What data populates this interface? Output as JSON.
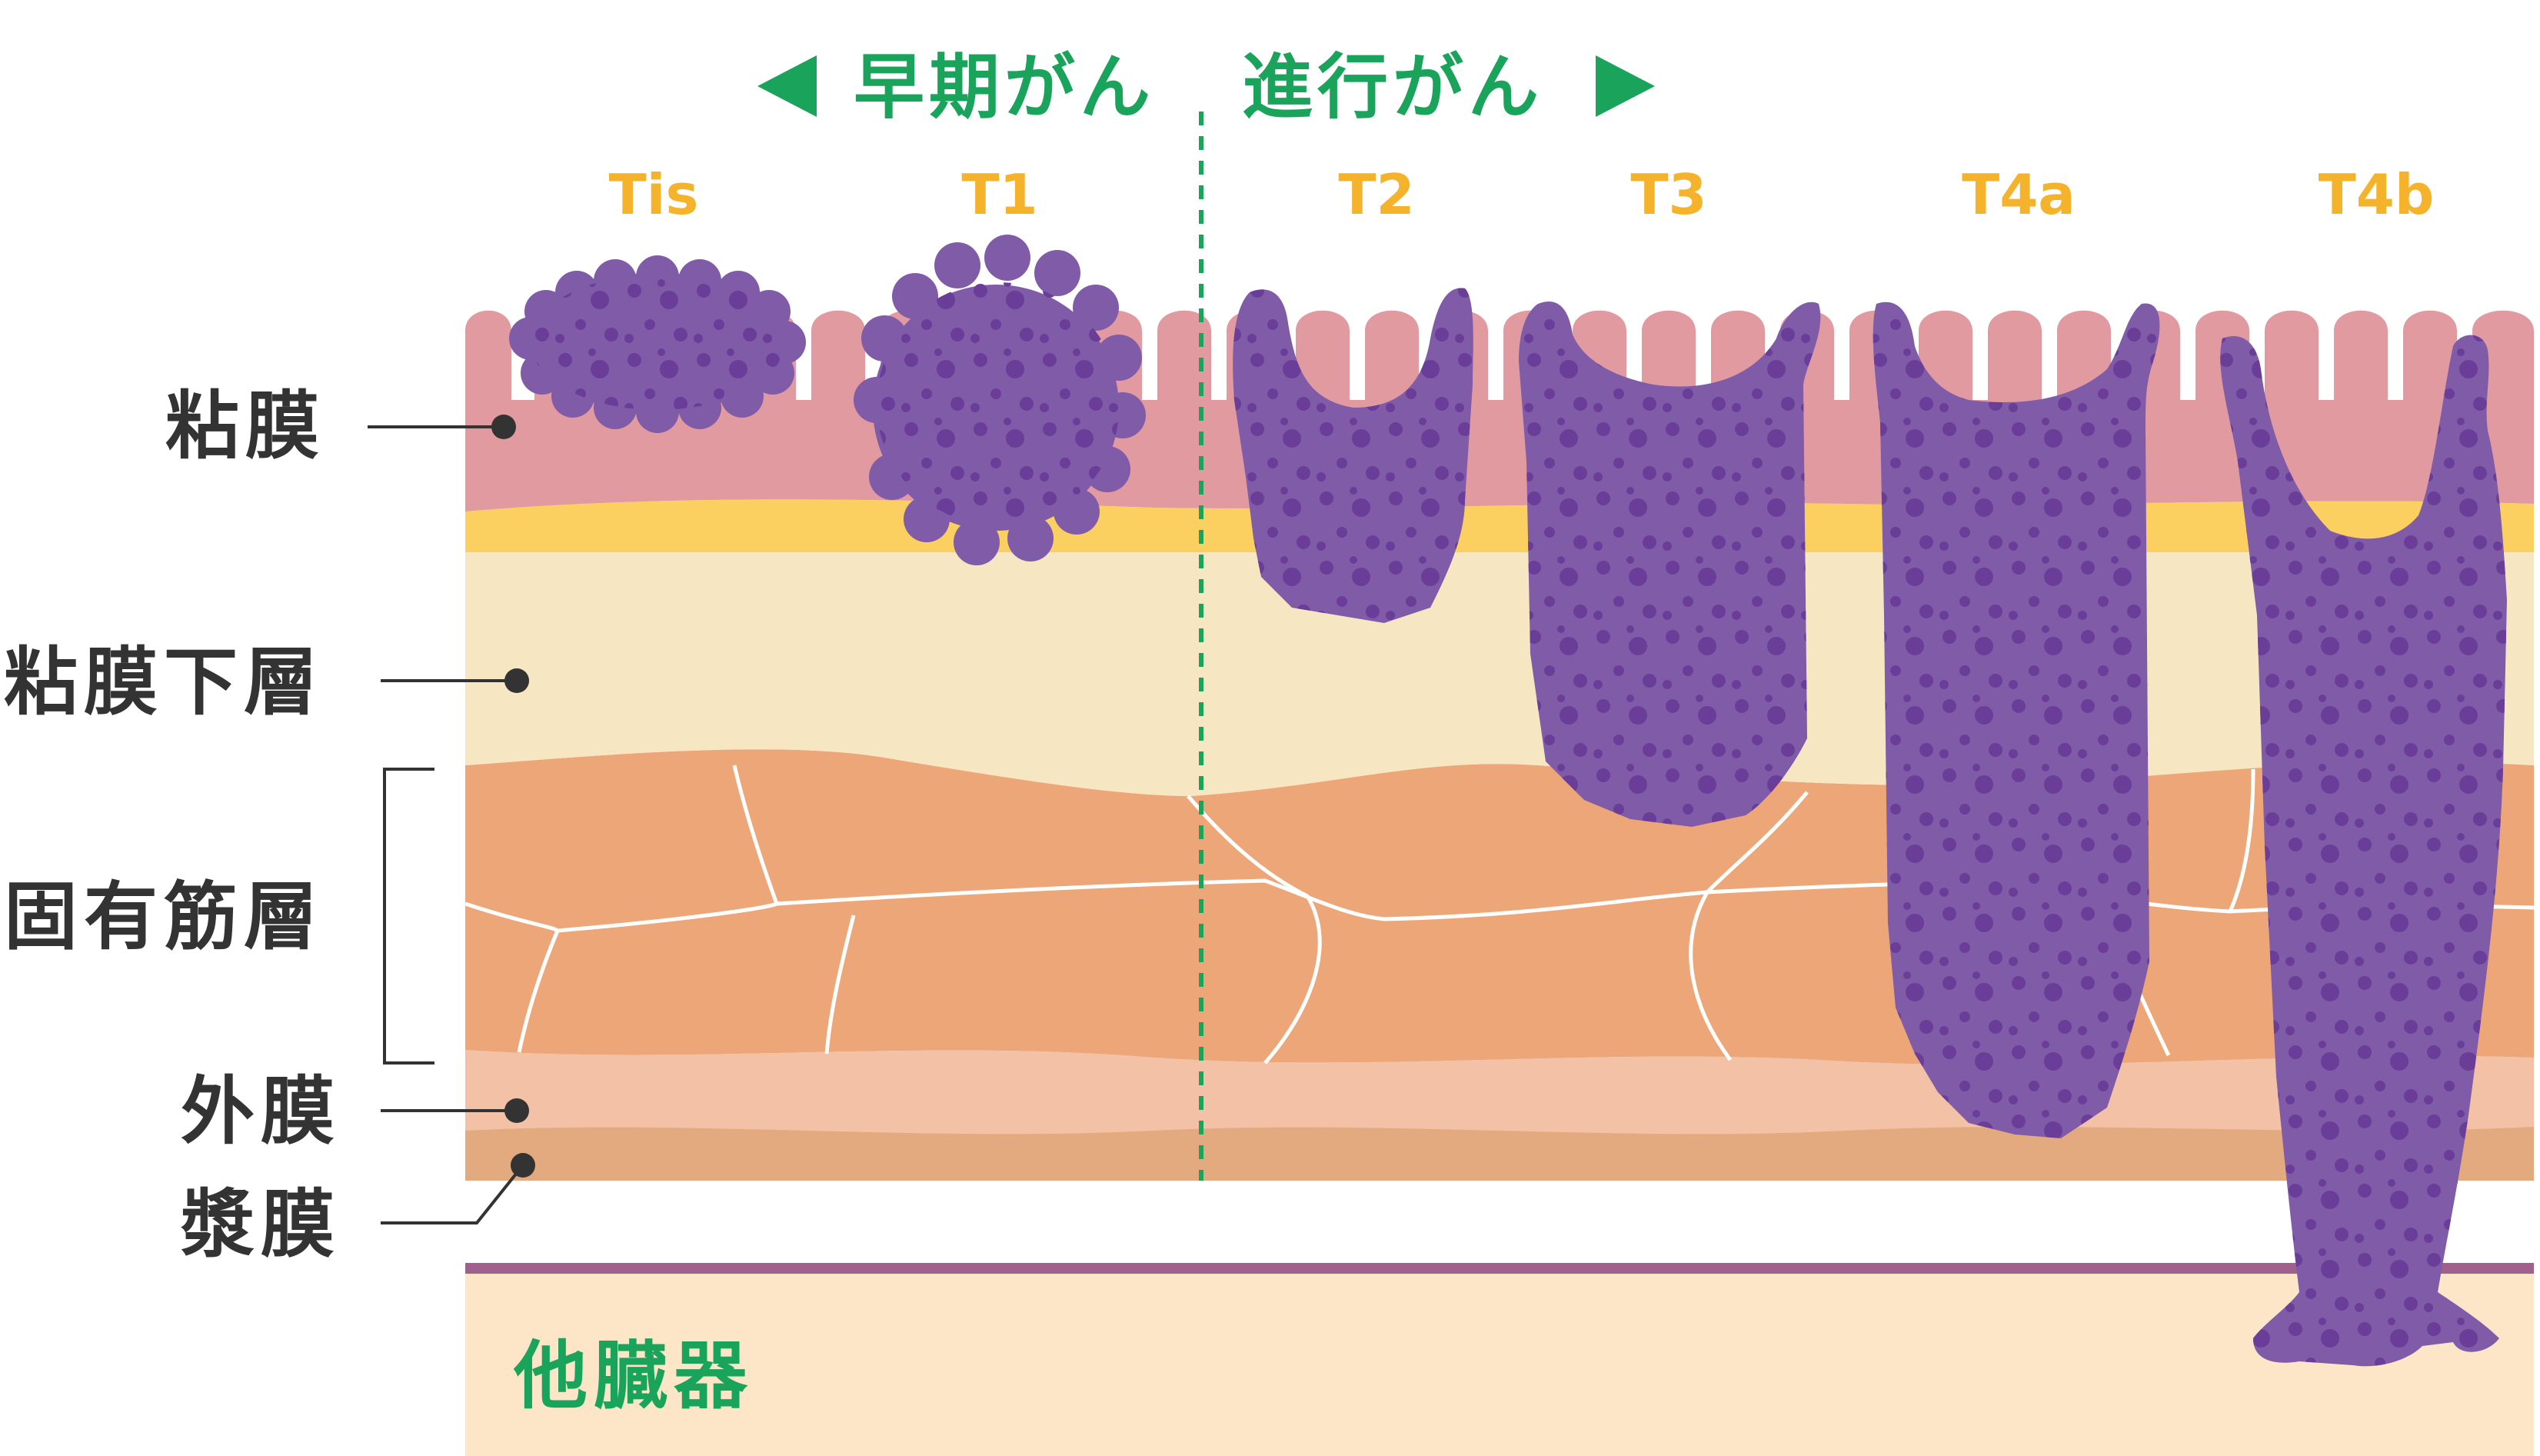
{
  "phase": {
    "early": "早期がん",
    "advanced": "進行がん"
  },
  "stages": [
    "Tis",
    "T1",
    "T2",
    "T3",
    "T4a",
    "T4b"
  ],
  "layers": {
    "mucosa": "粘膜",
    "submucosa": "粘膜下層",
    "muscularis": "固有筋層",
    "adventitia": "外膜",
    "serosa": "漿膜"
  },
  "other_organs": "他臓器",
  "colors": {
    "mucosa": "#e09aa0",
    "muscularis_mucosae": "#fbd060",
    "submucosa": "#f6e6c2",
    "muscularis": "#eca677",
    "adventitia": "#f2c1a6",
    "serosa": "#e3aa80",
    "tumor": "#7f5ba8",
    "tumor_spots": "#6a3d98",
    "organ_line": "#a0608c",
    "other_organ": "#fde6c8",
    "accent_green": "#1aa35a",
    "stage_orange": "#f4b32a"
  }
}
